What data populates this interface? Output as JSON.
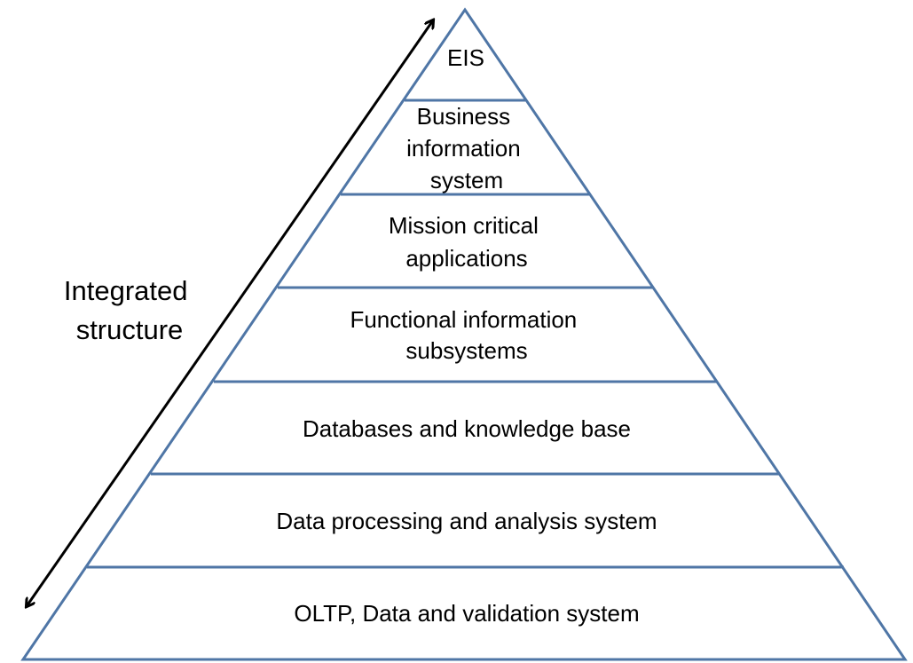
{
  "colors": {
    "outline": "#4f76a6",
    "arrow": "#000000",
    "text": "#000000",
    "background": "#ffffff"
  },
  "side_label": {
    "lines": [
      "Integrated",
      "structure"
    ]
  },
  "layers": [
    {
      "lines": [
        "EIS"
      ]
    },
    {
      "lines": [
        "Business",
        "information",
        "system"
      ]
    },
    {
      "lines": [
        "Mission critical",
        "applications"
      ]
    },
    {
      "lines": [
        "Functional information",
        "subsystems"
      ]
    },
    {
      "lines": [
        "Databases and knowledge base"
      ]
    },
    {
      "lines": [
        "Data processing and analysis system"
      ]
    },
    {
      "lines": [
        "OLTP, Data and validation system"
      ]
    }
  ]
}
